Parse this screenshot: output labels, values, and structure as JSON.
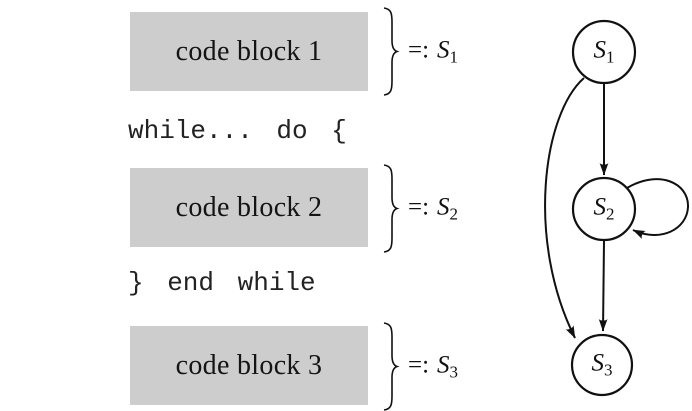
{
  "figure": {
    "background": "#ffffff",
    "ink_color": "#111111",
    "block_fill": "#cdcdcd"
  },
  "listing": {
    "blocks": [
      {
        "label": "code block 1"
      },
      {
        "label": "code block 2"
      },
      {
        "label": "code block 3"
      }
    ],
    "code_lines": [
      "while... do {",
      "} end while"
    ],
    "definitions": [
      {
        "op": "=:",
        "base": "S",
        "sub": "1"
      },
      {
        "op": "=:",
        "base": "S",
        "sub": "2"
      },
      {
        "op": "=:",
        "base": "S",
        "sub": "3"
      }
    ]
  },
  "graph": {
    "nodes": [
      {
        "id": "S1",
        "base": "S",
        "sub": "1"
      },
      {
        "id": "S2",
        "base": "S",
        "sub": "2"
      },
      {
        "id": "S3",
        "base": "S",
        "sub": "3"
      }
    ],
    "edges": [
      {
        "from": "S1",
        "to": "S2",
        "style": "straight-arrow"
      },
      {
        "from": "S2",
        "to": "S2",
        "style": "self-loop-right"
      },
      {
        "from": "S2",
        "to": "S3",
        "style": "straight-arrow"
      },
      {
        "from": "S1",
        "to": "S3",
        "style": "curved-left-arrow"
      }
    ]
  }
}
